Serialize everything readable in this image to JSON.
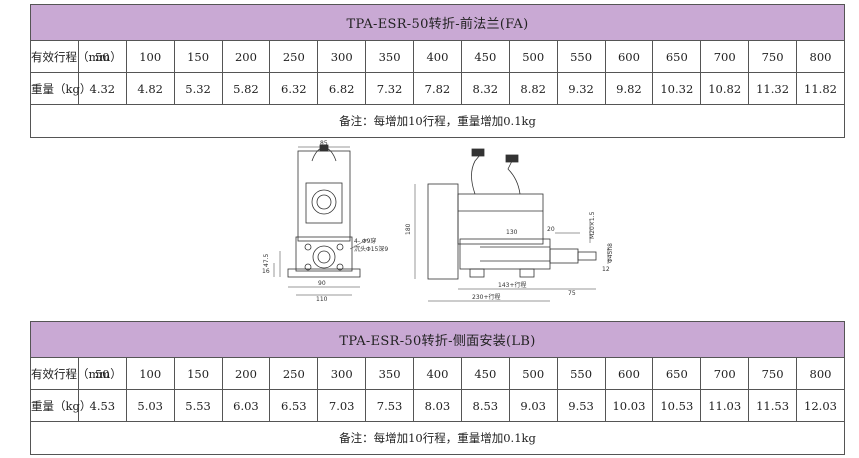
{
  "fa_table": {
    "title": "TPA-ESR-50转折-前法兰(FA)",
    "stroke_label": "有效行程（mm）",
    "weight_label": "重量（kg）",
    "strokes": [
      "50",
      "100",
      "150",
      "200",
      "250",
      "300",
      "350",
      "400",
      "450",
      "500",
      "550",
      "600",
      "650",
      "700",
      "750",
      "800"
    ],
    "weights": [
      "4.32",
      "4.82",
      "5.32",
      "5.82",
      "6.32",
      "6.82",
      "7.32",
      "7.82",
      "8.32",
      "8.82",
      "9.32",
      "9.82",
      "10.32",
      "10.82",
      "11.32",
      "11.82"
    ],
    "note": "备注：每增加10行程，重量增加0.1kg"
  },
  "lb_table": {
    "title": "TPA-ESR-50转折-侧面安装(LB)",
    "stroke_label": "有效行程（mm）",
    "weight_label": "重量（kg）",
    "strokes": [
      "50",
      "100",
      "150",
      "200",
      "250",
      "300",
      "350",
      "400",
      "450",
      "500",
      "550",
      "600",
      "650",
      "700",
      "750",
      "800"
    ],
    "weights": [
      "4.53",
      "5.03",
      "5.53",
      "6.03",
      "6.53",
      "7.03",
      "7.53",
      "8.03",
      "8.53",
      "9.03",
      "9.53",
      "10.03",
      "10.53",
      "11.03",
      "11.53",
      "12.03"
    ],
    "note": "备注：每增加10行程，重量增加0.1kg"
  },
  "drawing": {
    "dim_85": "85",
    "dim_90": "90",
    "dim_110": "110",
    "dim_47_5": "47.5",
    "dim_16": "16",
    "hole_note_1": "4- Φ9穿",
    "hole_note_2": "沉头Φ15深9",
    "dim_180": "180",
    "dim_20": "20",
    "dim_m20": "M20×1.5",
    "dim_d45": "Φ45h8",
    "dim_143": "143+行程",
    "dim_75": "75",
    "dim_230": "230+行程",
    "dim_130": "130",
    "dim_12": "12"
  }
}
